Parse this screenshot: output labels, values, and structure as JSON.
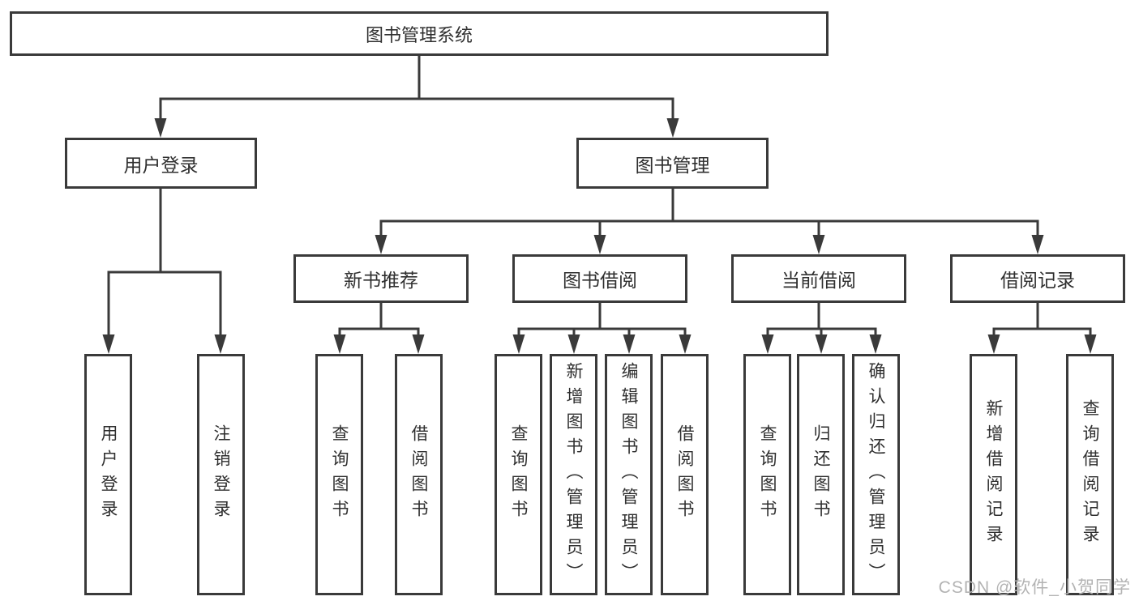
{
  "root": {
    "label": "图书管理系统"
  },
  "branches": [
    {
      "label": "用户登录"
    },
    {
      "label": "图书管理"
    }
  ],
  "groups": [
    {
      "label": "新书推荐"
    },
    {
      "label": "图书借阅"
    },
    {
      "label": "当前借阅"
    },
    {
      "label": "借阅记录"
    }
  ],
  "leaves": [
    {
      "label": "用户登录"
    },
    {
      "label": "注销登录"
    },
    {
      "label": "查询图书"
    },
    {
      "label": "借阅图书"
    },
    {
      "label": "查询图书"
    },
    {
      "label": "新增图书（管理员）"
    },
    {
      "label": "编辑图书（管理员）"
    },
    {
      "label": "借阅图书"
    },
    {
      "label": "查询图书"
    },
    {
      "label": "归还图书"
    },
    {
      "label": "确认归还（管理员）"
    },
    {
      "label": "新增借阅记录"
    },
    {
      "label": "查询借阅记录"
    }
  ],
  "watermark": "CSDN @软件_小贺同学",
  "colors": {
    "line": "#3a3a3a",
    "text": "#2f2f2f",
    "box_background": "#ffffff",
    "watermark": "#b3b3b3",
    "background": "#ffffff"
  }
}
